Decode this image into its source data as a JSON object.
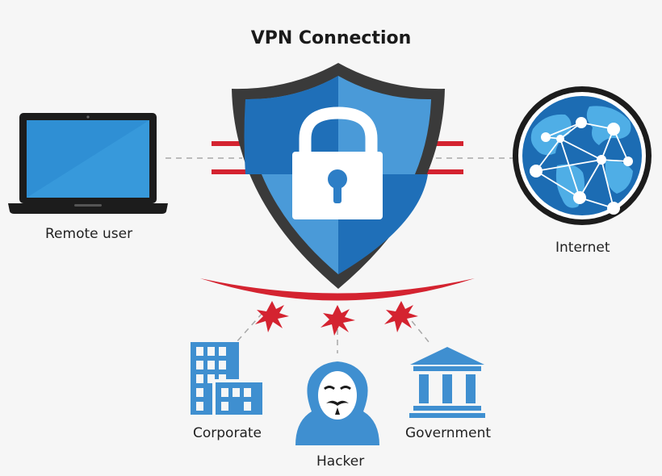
{
  "title": "VPN Connection",
  "nodes": {
    "remote_user": "Remote user",
    "internet": "Internet",
    "corporate": "Corporate",
    "hacker": "Hacker",
    "government": "Government"
  },
  "colors": {
    "shield_dark": "#1f6fb8",
    "shield_light": "#4a9ad8",
    "shield_rim": "#3a3a3a",
    "icon_blue": "#3f8fd0",
    "threat_red": "#d42330",
    "connector_gray": "#a8a8a8"
  }
}
